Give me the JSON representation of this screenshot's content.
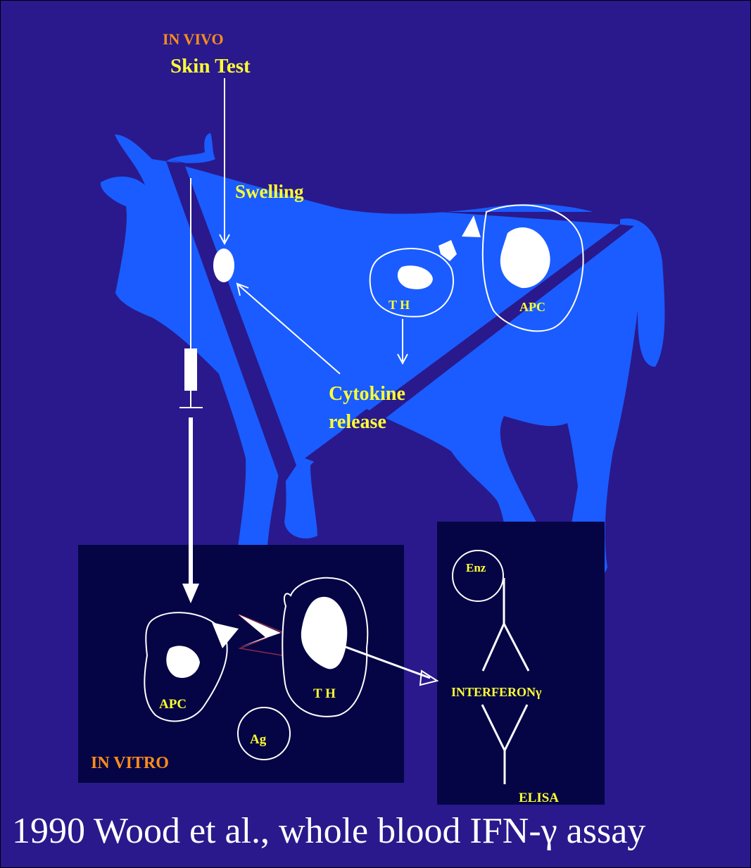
{
  "labels": {
    "in_vivo": "IN VIVO",
    "skin_test": "Skin Test",
    "swelling": "Swelling",
    "cow_th": "T H",
    "cow_apc": "APC",
    "cytokine_line1": "Cytokine",
    "cytokine_line2": "release",
    "vitro_apc": "APC",
    "vitro_th": "T H",
    "ag": "Ag",
    "in_vitro": "IN VITRO",
    "enz": "Enz",
    "interferon": "INTERFERONγ",
    "elisa": "ELISA"
  },
  "caption": "1990 Wood et al.,  whole blood IFN-γ assay",
  "colors": {
    "background": "#29198c",
    "cow": "#1a5cff",
    "panel": "#050545",
    "label_yellow": "#ffff33",
    "label_orange": "#ff8c1a"
  }
}
